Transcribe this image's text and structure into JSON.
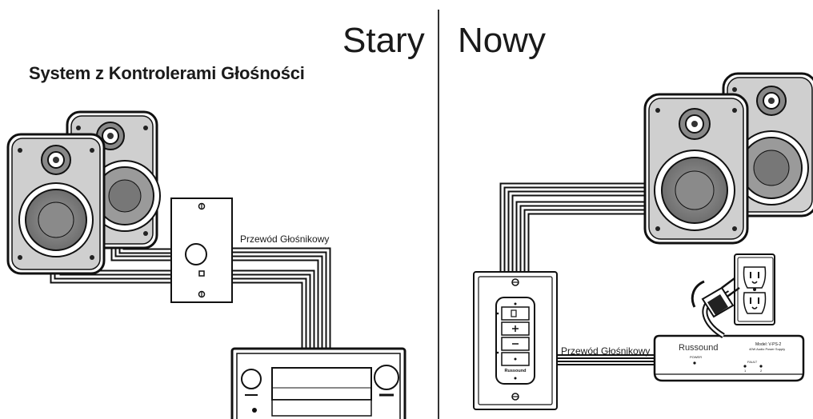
{
  "old": {
    "heading": "Stary",
    "subtitle": "System z Kontrolerami Głośności",
    "wire_label": "Przewód Głośnikowy"
  },
  "new": {
    "heading": "Nowy",
    "wire_label": "Przewód Głośnikowy",
    "keypad_brand": "Russound",
    "power_supply": {
      "brand": "Russound",
      "model": "Model: V-PS-2",
      "description": "40W Audio Power Supply",
      "power_led_label": "POWER",
      "fault_label": "FAULT",
      "fault_channels": [
        "1",
        "2"
      ]
    }
  },
  "icon_names": [
    "speaker-icon",
    "volume-knob-icon",
    "amplifier-icon",
    "wall-keypad-icon",
    "power-supply-icon",
    "wall-outlet-icon",
    "power-plug-icon"
  ]
}
